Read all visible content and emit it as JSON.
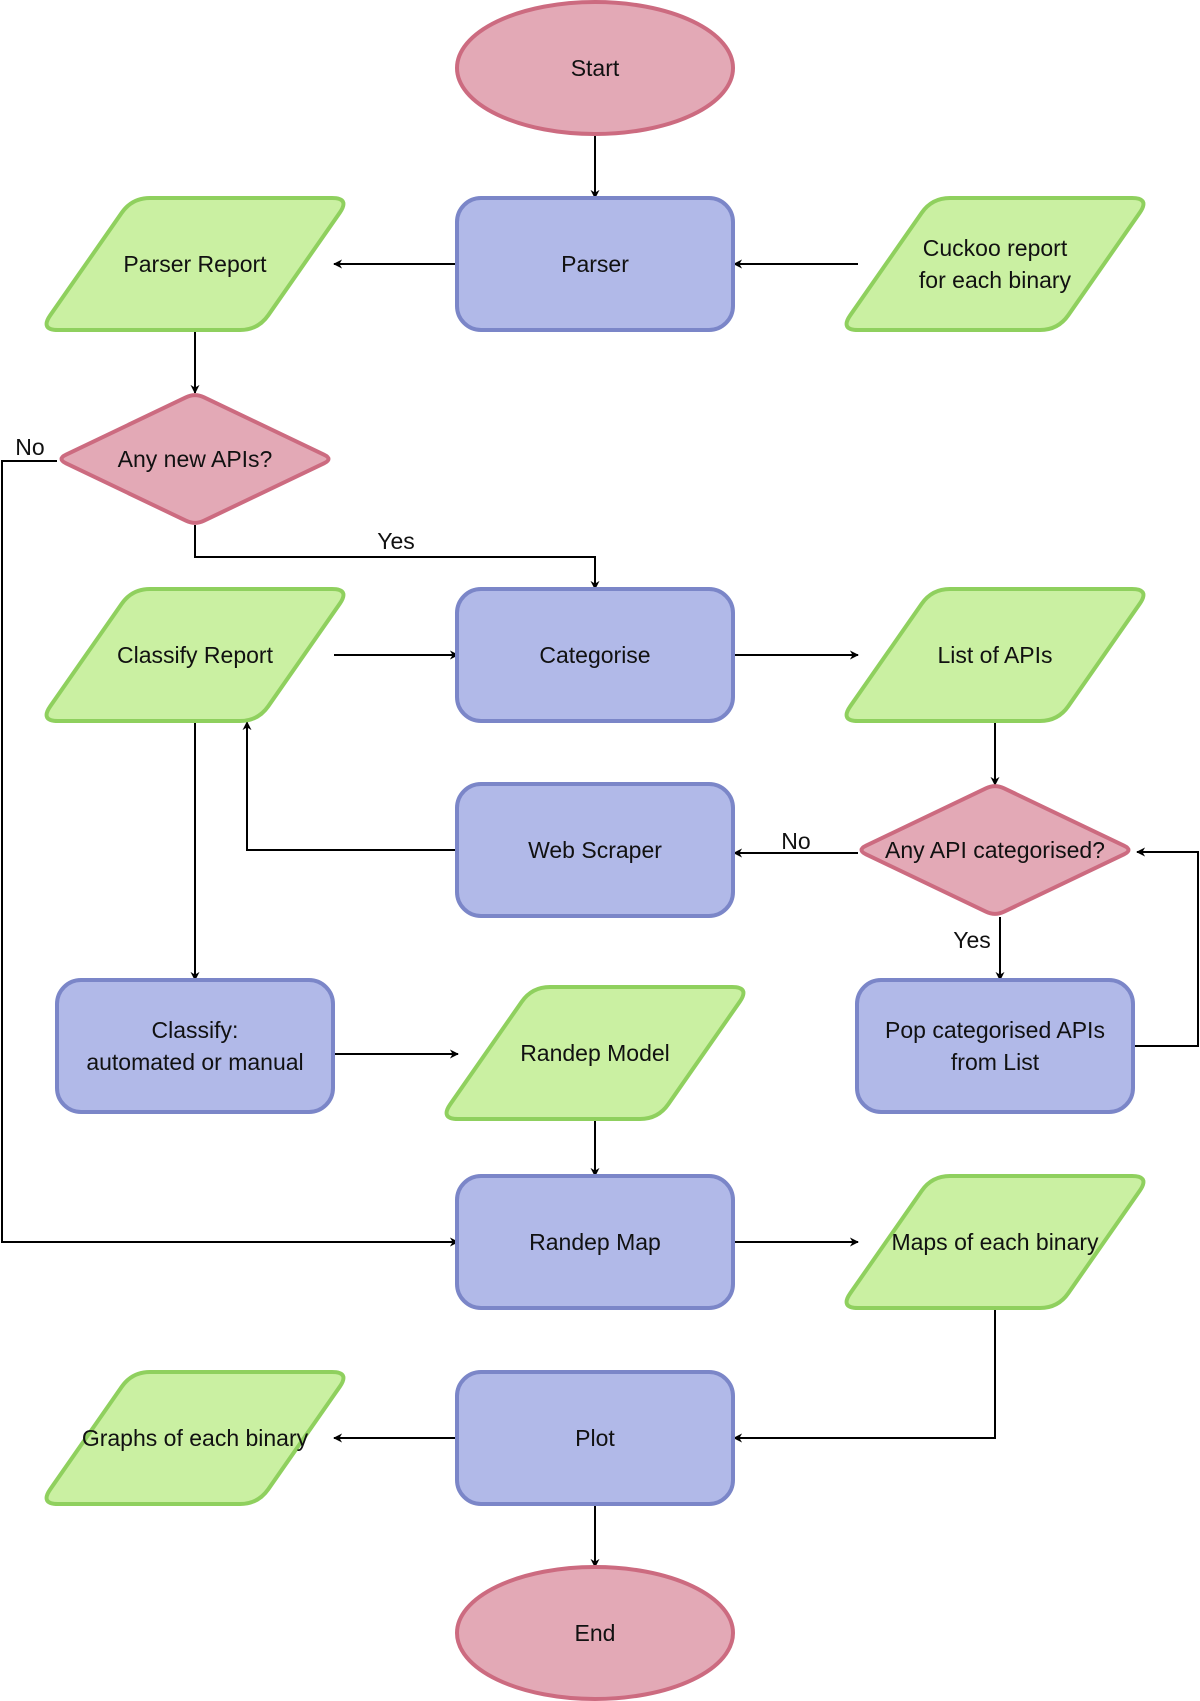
{
  "colors": {
    "terminal_fill": "#e3a9b6",
    "terminal_stroke": "#cc6b80",
    "process_fill": "#b1b9e8",
    "process_stroke": "#7b86c8",
    "data_fill": "#caf0a2",
    "data_stroke": "#8fd05e",
    "arrow": "#000000"
  },
  "nodes": {
    "start": {
      "shape": "terminal",
      "lines": [
        "Start"
      ]
    },
    "parser": {
      "shape": "process",
      "lines": [
        "Parser"
      ]
    },
    "parser_report": {
      "shape": "data",
      "lines": [
        "Parser Report"
      ]
    },
    "cuckoo": {
      "shape": "data",
      "lines": [
        "Cuckoo report",
        "for each binary"
      ]
    },
    "new_apis": {
      "shape": "decision",
      "lines": [
        "Any new APIs?"
      ]
    },
    "classify_report": {
      "shape": "data",
      "lines": [
        "Classify Report"
      ]
    },
    "categorise": {
      "shape": "process",
      "lines": [
        "Categorise"
      ]
    },
    "list_apis": {
      "shape": "data",
      "lines": [
        "List of APIs"
      ]
    },
    "web_scraper": {
      "shape": "process",
      "lines": [
        "Web Scraper"
      ]
    },
    "api_categorised": {
      "shape": "decision",
      "lines": [
        "Any API categorised?"
      ]
    },
    "classify": {
      "shape": "process",
      "lines": [
        "Classify:",
        "automated or manual"
      ]
    },
    "randep_model": {
      "shape": "data",
      "lines": [
        "Randep Model"
      ]
    },
    "pop": {
      "shape": "process",
      "lines": [
        "Pop categorised APIs",
        "from List"
      ]
    },
    "randep_map": {
      "shape": "process",
      "lines": [
        "Randep Map"
      ]
    },
    "maps": {
      "shape": "data",
      "lines": [
        "Maps of each binary"
      ]
    },
    "graphs": {
      "shape": "data",
      "lines": [
        "Graphs of each binary"
      ]
    },
    "plot": {
      "shape": "process",
      "lines": [
        "Plot"
      ]
    },
    "end": {
      "shape": "terminal",
      "lines": [
        "End"
      ]
    }
  },
  "edges": [
    {
      "id": "start-parser",
      "from": "start",
      "to": "parser"
    },
    {
      "id": "parser-parser_report",
      "from": "parser",
      "to": "parser_report"
    },
    {
      "id": "cuckoo-parser",
      "from": "cuckoo",
      "to": "parser"
    },
    {
      "id": "parser_report-new_apis",
      "from": "parser_report",
      "to": "new_apis"
    },
    {
      "id": "new_apis-categorise",
      "from": "new_apis",
      "to": "categorise",
      "label": "Yes"
    },
    {
      "id": "new_apis-randep_map",
      "from": "new_apis",
      "to": "randep_map",
      "label": "No"
    },
    {
      "id": "classify_report-categorise",
      "from": "classify_report",
      "to": "categorise"
    },
    {
      "id": "categorise-list_apis",
      "from": "categorise",
      "to": "list_apis"
    },
    {
      "id": "list_apis-api_categorised",
      "from": "list_apis",
      "to": "api_categorised"
    },
    {
      "id": "api_categorised-web_scraper",
      "from": "api_categorised",
      "to": "web_scraper",
      "label": "No"
    },
    {
      "id": "api_categorised-pop",
      "from": "api_categorised",
      "to": "pop",
      "label": "Yes"
    },
    {
      "id": "pop-api_categorised",
      "from": "pop",
      "to": "api_categorised"
    },
    {
      "id": "web_scraper-classify_report",
      "from": "web_scraper",
      "to": "classify_report"
    },
    {
      "id": "classify_report-classify",
      "from": "classify_report",
      "to": "classify"
    },
    {
      "id": "classify-randep_model",
      "from": "classify",
      "to": "randep_model"
    },
    {
      "id": "randep_model-randep_map",
      "from": "randep_model",
      "to": "randep_map"
    },
    {
      "id": "randep_map-maps",
      "from": "randep_map",
      "to": "maps"
    },
    {
      "id": "maps-plot",
      "from": "maps",
      "to": "plot"
    },
    {
      "id": "plot-graphs",
      "from": "plot",
      "to": "graphs"
    },
    {
      "id": "plot-end",
      "from": "plot",
      "to": "end"
    }
  ]
}
